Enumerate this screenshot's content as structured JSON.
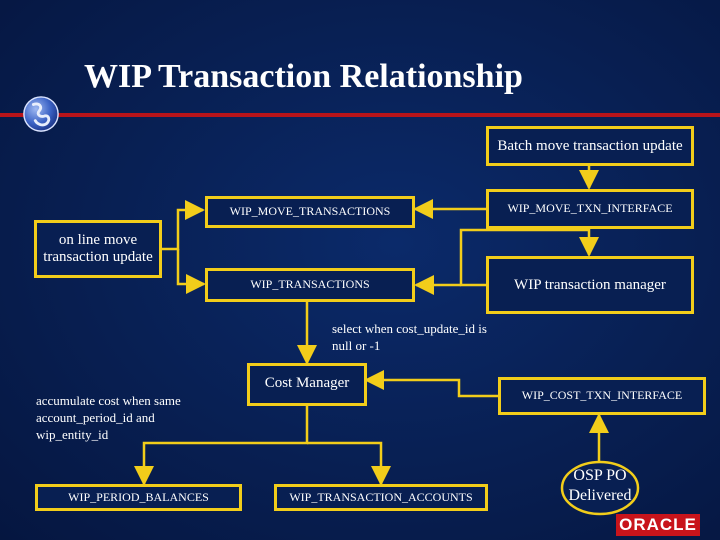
{
  "slide": {
    "title": "WIP Transaction Relationship",
    "brand": "ORACLE",
    "colors": {
      "background": "#081f52",
      "box_border": "#f2cd1a",
      "arrow": "#f2cd1a",
      "accent_line": "#b8141a",
      "text": "#ffffff"
    }
  },
  "nodes": {
    "batch_move": "Batch move transaction update",
    "online_move": "on line move transaction update",
    "wip_move_transactions": "WIP_MOVE_TRANSACTIONS",
    "wip_move_txn_interface": "WIP_MOVE_TXN_INTERFACE",
    "wip_transactions": "WIP_TRANSACTIONS",
    "wip_transaction_manager": "WIP transaction manager",
    "cost_manager": "Cost Manager",
    "wip_cost_txn_interface": "WIP_COST_TXN_INTERFACE",
    "wip_period_balances": "WIP_PERIOD_BALANCES",
    "wip_transaction_accounts": "WIP_TRANSACTION_ACCOUNTS",
    "osp_po_delivered": "OSP PO Delivered"
  },
  "annotations": {
    "select_condition": "select when cost_update_id is null or -1",
    "accumulate_cost": "accumulate cost when same account_period_id and wip_entity_id"
  },
  "icons": {
    "logo": "globe-icon",
    "arrowhead": "arrowhead-icon"
  }
}
